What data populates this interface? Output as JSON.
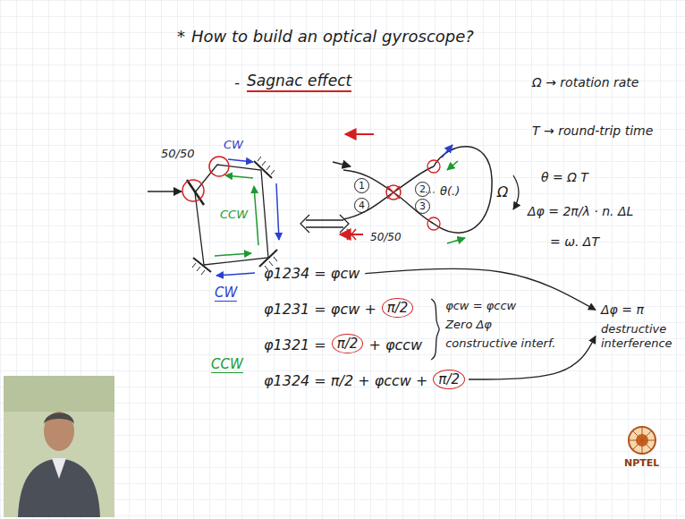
{
  "diagram": {
    "title": "How to build an optical gyroscope?",
    "labels": [
      "*",
      "-",
      "Sagnac effect",
      "50/50",
      "CW",
      "CCW",
      "1",
      "2",
      "4",
      "3",
      "θ(.)",
      "50/50",
      "Ω",
      "Ω → rotation rate",
      "T → round-trip time",
      "θ = Ω T",
      "Δφ = 2π/λ · n. ΔL",
      "= ω. ΔT",
      "CW",
      "φ1234 = φcw",
      "φ1231 = φcw +",
      "π/2",
      "φ1321 =",
      "π/2",
      "+ φccw",
      "CCW",
      "φ1324 = π/2 + φccw +",
      "π/2",
      "φcw = φccw",
      "Zero Δφ",
      "constructive interf.",
      "Δφ = π",
      "destructive interference",
      "NPTEL"
    ]
  }
}
